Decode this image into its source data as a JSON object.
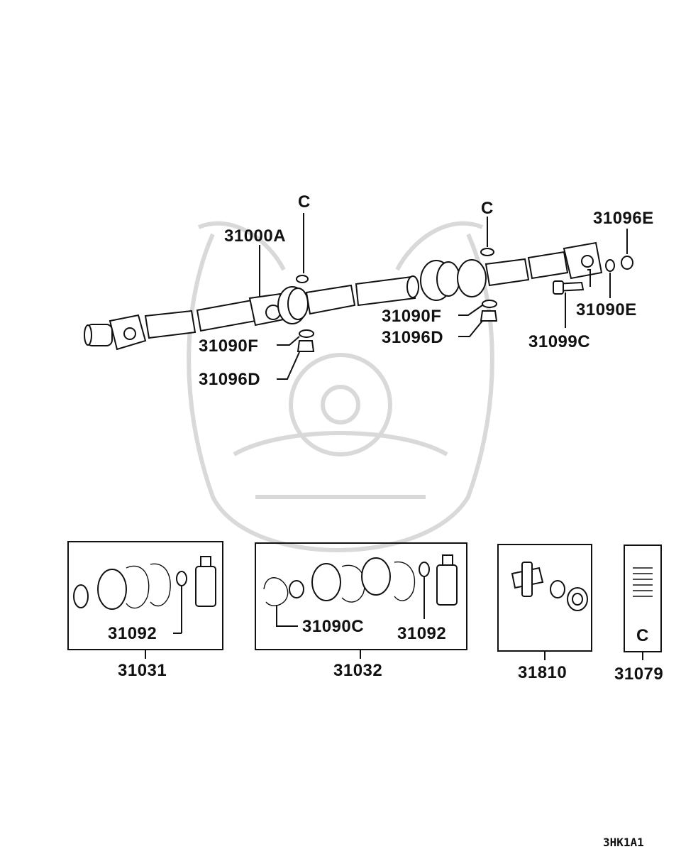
{
  "diagram_code": "3HK1A1",
  "callouts": {
    "c_left": "C",
    "c_right": "C",
    "shaft_assy": "31000A",
    "bolt_right": "31096E",
    "washer_right": "31090E",
    "bolt_bearing": "31099C",
    "washer_left": "31090F",
    "nut_left": "31096D",
    "washer_center": "31090F",
    "nut_center": "31096D"
  },
  "kits": [
    {
      "part_no": "31031",
      "inner_labels": [
        "31092"
      ]
    },
    {
      "part_no": "31032",
      "inner_labels": [
        "31090C",
        "31092"
      ]
    },
    {
      "part_no": "31810",
      "inner_labels": []
    },
    {
      "part_no": "31079",
      "inner_labels": [
        "C"
      ]
    }
  ]
}
